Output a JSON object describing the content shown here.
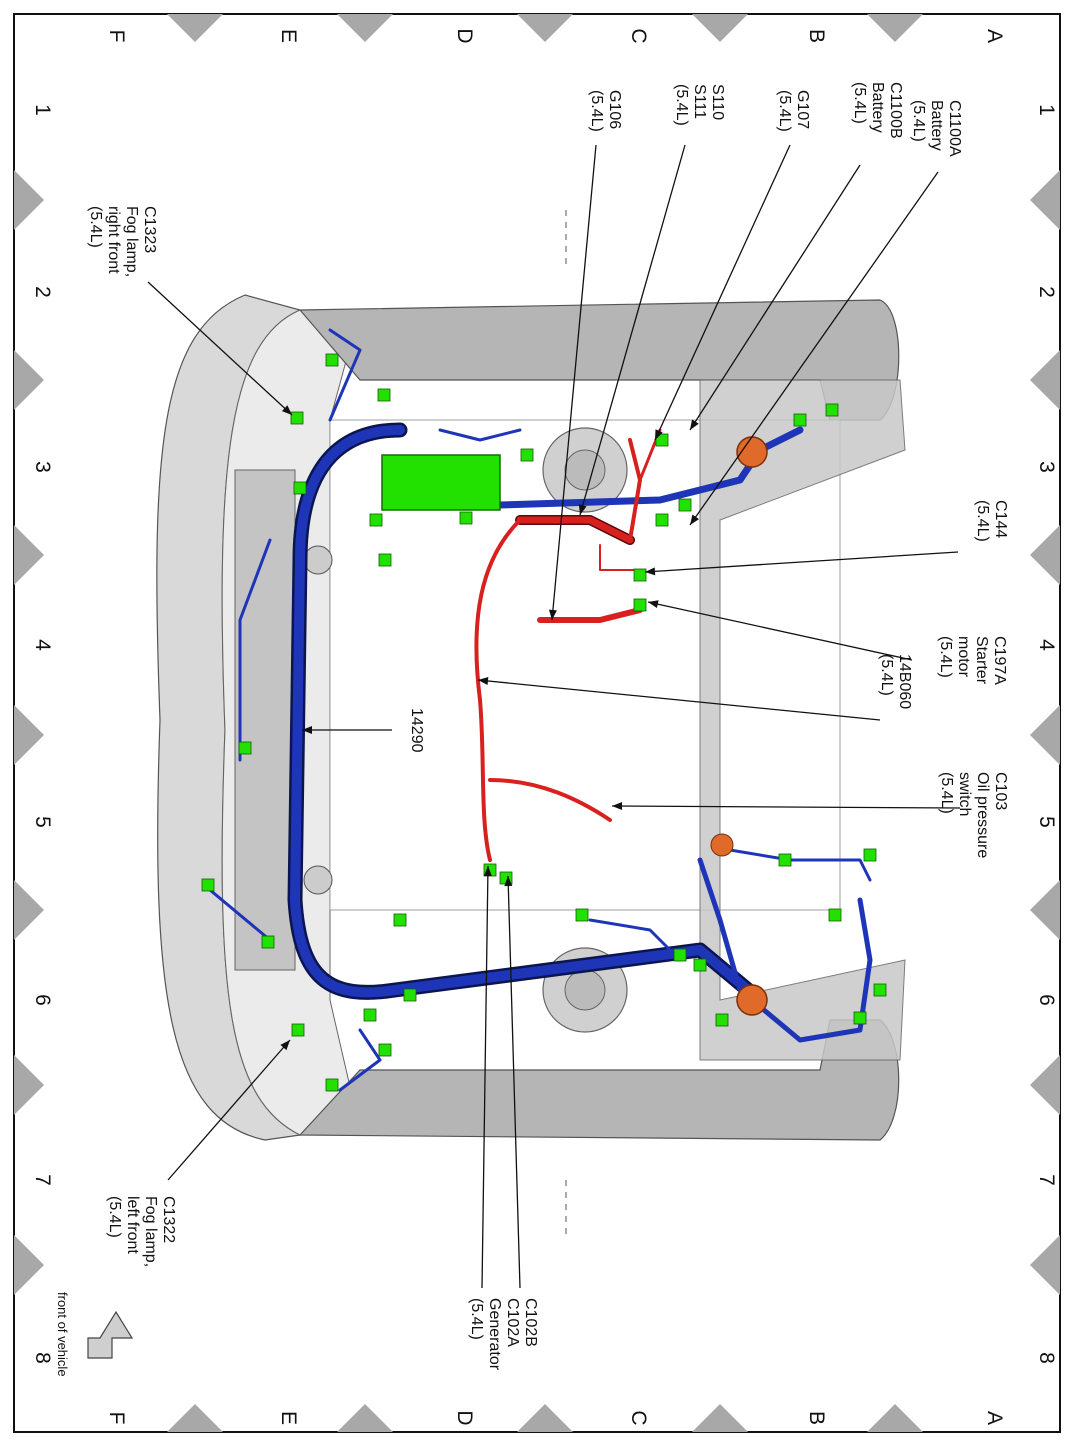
{
  "grid": {
    "rows": [
      "A",
      "B",
      "C",
      "D",
      "E",
      "F"
    ],
    "cols": [
      "1",
      "2",
      "3",
      "4",
      "5",
      "6",
      "7",
      "8"
    ]
  },
  "labels": {
    "c1100a": [
      "C1100A",
      "Battery",
      "(5.4L)"
    ],
    "c1100b": [
      "C1100B",
      "Battery",
      "(5.4L)"
    ],
    "g107": [
      "G107",
      "(5.4L)"
    ],
    "s110": [
      "S110",
      "S111",
      "(5.4L)"
    ],
    "g106": [
      "G106",
      "(5.4L)"
    ],
    "c1323": [
      "C1323",
      "Fog lamp,",
      "right front",
      "(5.4L)"
    ],
    "c144": [
      "C144",
      "(5.4L)"
    ],
    "c197a": [
      "C197A",
      "Starter",
      "motor",
      "(5.4L)"
    ],
    "h14b060": [
      "14B060",
      "(5.4L)"
    ],
    "h14290": [
      "14290"
    ],
    "c103": [
      "C103",
      "Oil pressure",
      "switch",
      "(5.4L)"
    ],
    "c1322": [
      "C1322",
      "Fog lamp,",
      "left front",
      "(5.4L)"
    ],
    "c102": [
      "C102B",
      "C102A",
      "Generator",
      "(5.4L)"
    ],
    "front": [
      "front of vehicle"
    ]
  },
  "colors": {
    "harness_blue": "#1f35b8",
    "harness_red": "#d8211f",
    "connector_green": "#22e000",
    "component_orange": "#e06a2a",
    "body_grey": "#b8b8b8"
  }
}
